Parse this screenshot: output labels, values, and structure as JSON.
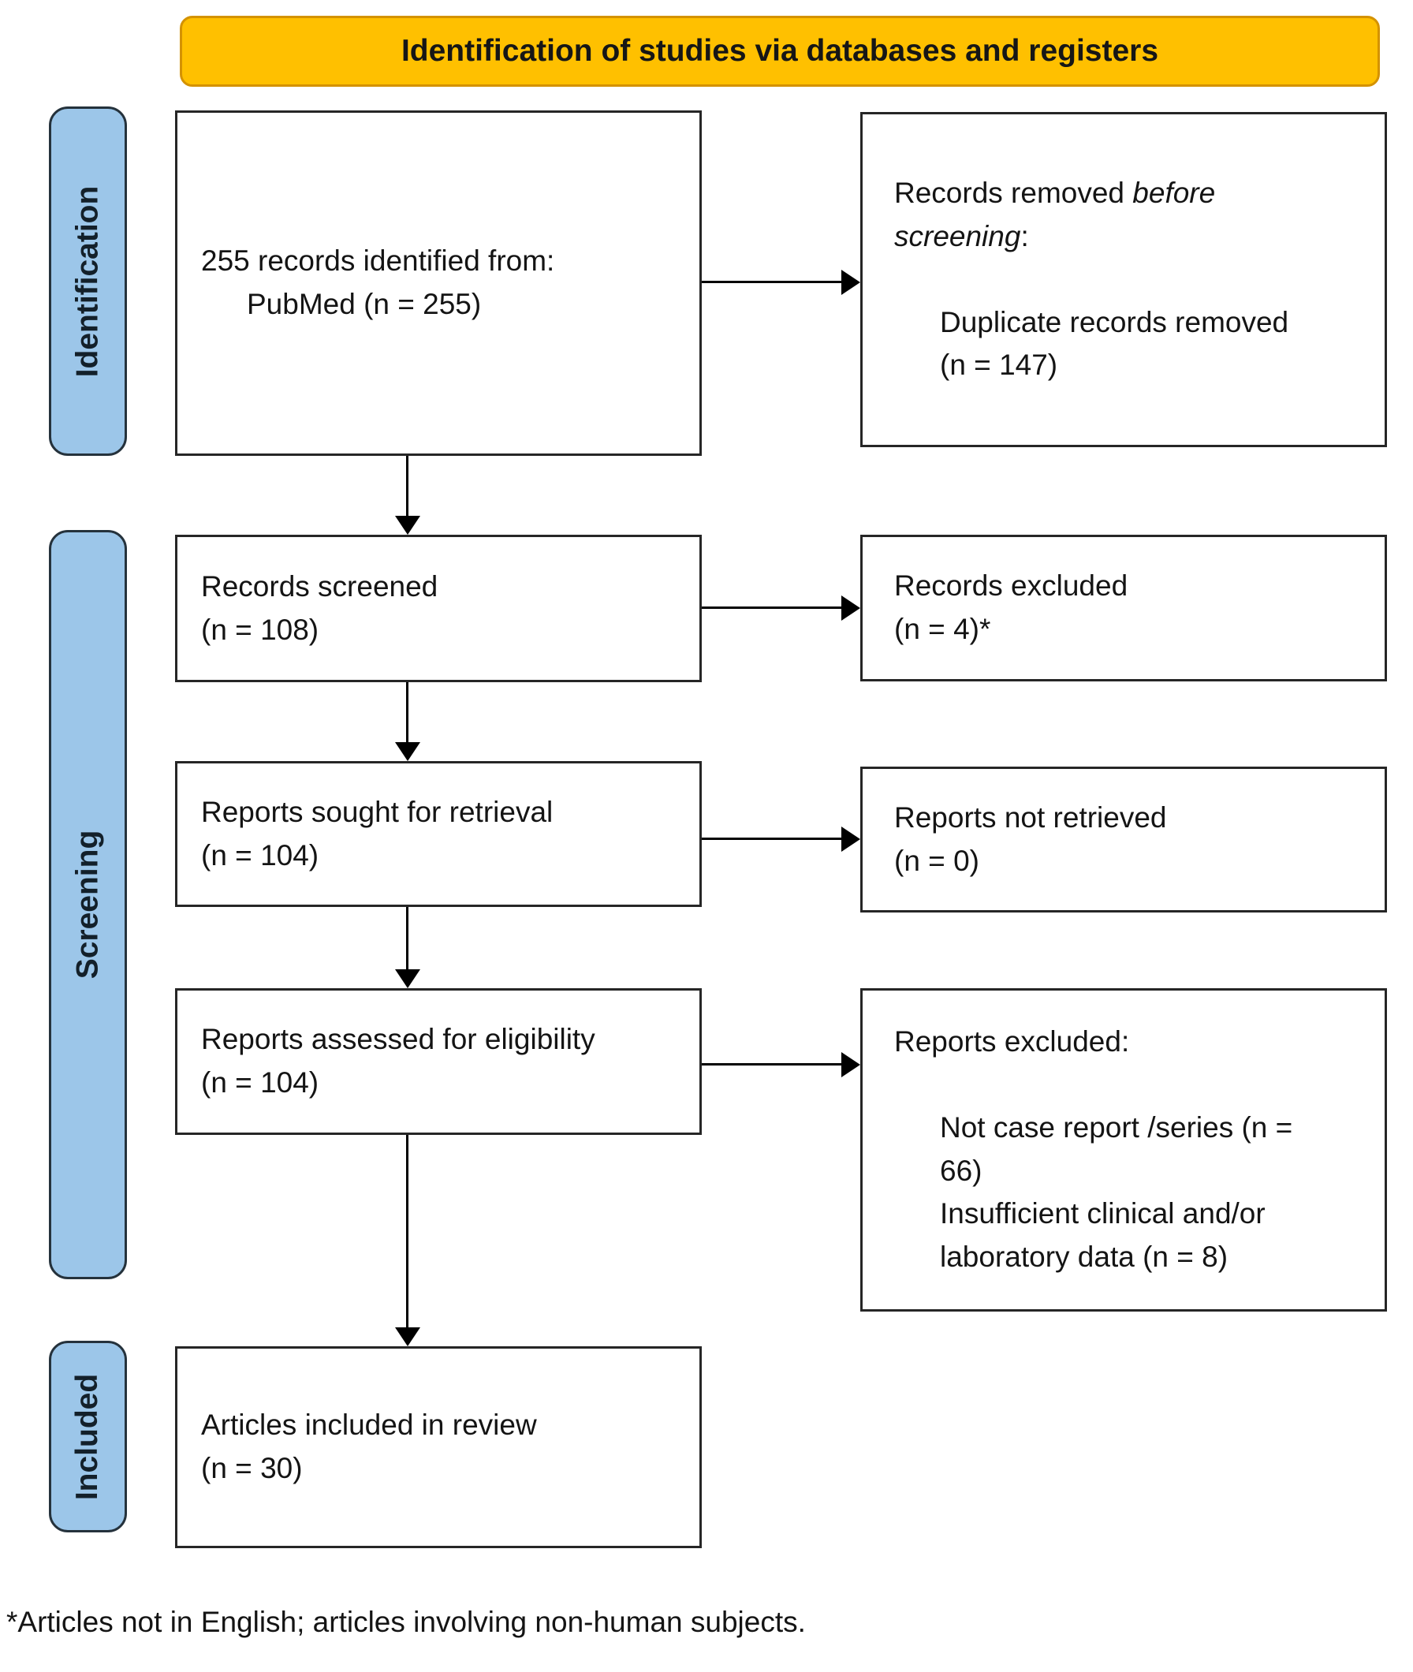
{
  "colors": {
    "banner_bg": "#FFC000",
    "banner_border": "#D49200",
    "side_bg": "#9CC6E9",
    "side_border": "#25323c",
    "box_border": "#262626"
  },
  "banner": {
    "title": "Identification of studies via databases and registers"
  },
  "side_labels": {
    "identification": "Identification",
    "screening": "Screening",
    "included": "Included"
  },
  "flow": {
    "identified": {
      "title": "255 records identified from:",
      "item": "PubMed (n = 255)"
    },
    "screened": {
      "label": "Records screened",
      "count": "(n = 108)"
    },
    "sought": {
      "label": "Reports sought for retrieval",
      "count": "(n = 104)"
    },
    "assessed": {
      "label": "Reports assessed for eligibility",
      "count": "(n = 104)"
    },
    "included": {
      "label": "Articles included in review",
      "count": "(n = 30)"
    }
  },
  "exclusions": {
    "removed_before_screening": {
      "title_prefix": "Records removed ",
      "title_italic": "before screening",
      "title_suffix": ":",
      "item": "Duplicate records removed (n = 147)"
    },
    "records_excluded": {
      "label": "Records excluded",
      "count": "(n = 4)*"
    },
    "not_retrieved": {
      "label": "Reports not retrieved",
      "count": "(n = 0)"
    },
    "reports_excluded": {
      "title": "Reports excluded:",
      "items": [
        "Not case report /series (n = 66)",
        "Insufficient clinical and/or laboratory data (n = 8)"
      ]
    }
  },
  "footnote": "*Articles not in English; articles involving non-human subjects."
}
